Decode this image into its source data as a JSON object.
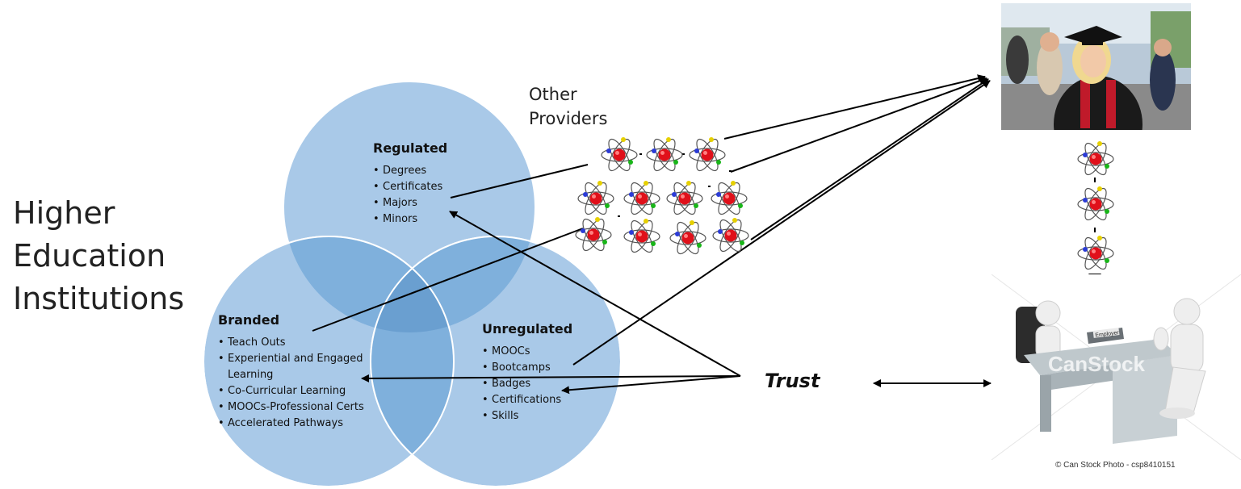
{
  "left_heading": [
    "Higher",
    "Education",
    "Institutions"
  ],
  "other_providers": [
    "Other",
    "Providers"
  ],
  "circles": {
    "regulated": {
      "title": "Regulated",
      "items": [
        "Degrees",
        "Certificates",
        "Majors",
        "Minors"
      ]
    },
    "branded": {
      "title": "Branded",
      "items": [
        "Teach Outs",
        "Experiential and Engaged Learning",
        "Co-Curricular Learning",
        "MOOCs-Professional Certs",
        "Accelerated Pathways"
      ]
    },
    "unregulated": {
      "title": "Unregulated",
      "items": [
        "MOOCs",
        "Bootcamps",
        "Badges",
        "Certifications",
        "Skills"
      ]
    }
  },
  "trust_label": "Trust",
  "employer_sign": "Employer",
  "watermark": "CanStock",
  "photo_credit": "© Can Stock Photo - csp8410151",
  "icons": {
    "credential": "atom-icon",
    "graduate": "graduate-photo",
    "employer": "employer-interview-image"
  },
  "colors": {
    "circle_fill": "#9dc3e6",
    "circle_overlap": "#6fa6d6",
    "atom_nucleus": "#e0101a",
    "arrow": "#000000"
  }
}
